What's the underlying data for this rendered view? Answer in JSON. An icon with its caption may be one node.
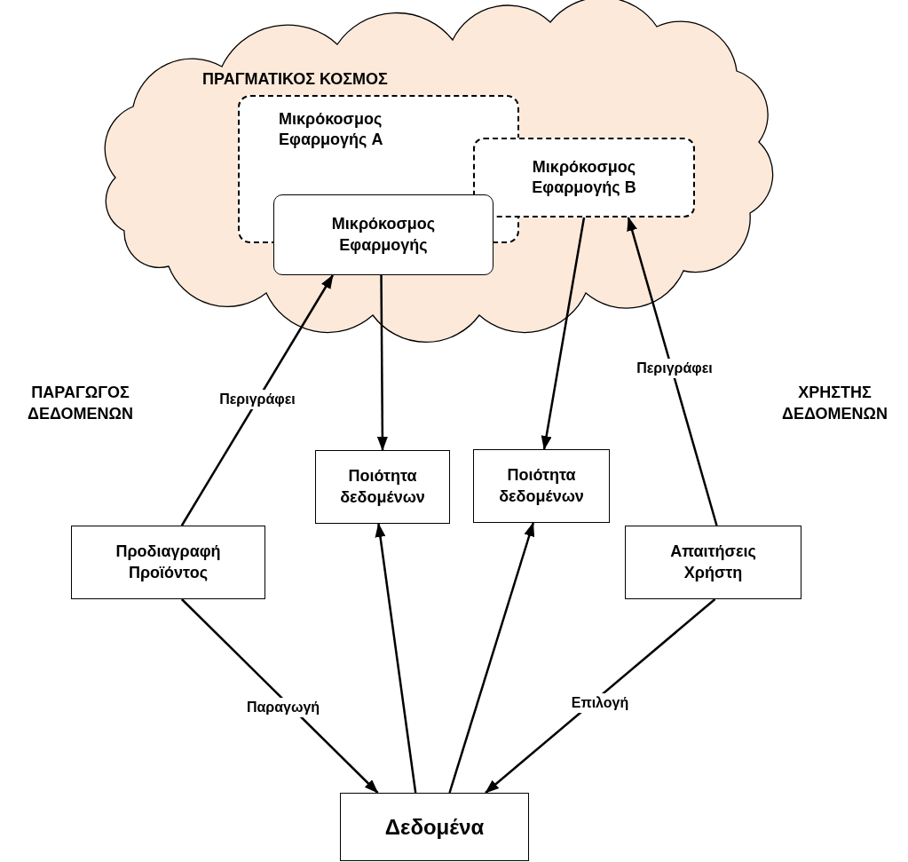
{
  "diagram": {
    "nodes": [
      {
        "text": [
          "ΠΡΑΓΜΑΤΙΚΟΣ ΚΟΣΜΟΣ"
        ]
      },
      {
        "text": [
          "Μικρόκοσμος Εφαρμογής A"
        ],
        "in": 0
      },
      {
        "text": [
          "Μικρόκοσμος Εφαρμογής B"
        ],
        "in": 0
      },
      {
        "text": [
          "Μικρόκοσμος Εφαρμογής"
        ],
        "in": 0
      },
      {
        "text": [
          "Ποιότητα δεδομένων"
        ]
      },
      {
        "text": [
          "Ποιότητα δεδομένων"
        ]
      },
      {
        "text": [
          "Προδιαγραφή Προϊόντος"
        ]
      },
      {
        "text": [
          "Απαιτήσεις Χρήστη"
        ]
      },
      {
        "text": [
          "Δεδομένα"
        ]
      }
    ],
    "edges": [
      {
        "from": 6,
        "to": 3,
        "arrow": "to",
        "label": "Περιγράφει"
      },
      {
        "from": 3,
        "to": 4,
        "arrow": "to"
      },
      {
        "from": 2,
        "to": 5,
        "arrow": "to"
      },
      {
        "from": 7,
        "to": 2,
        "arrow": "to",
        "label": "Περιγράφει"
      },
      {
        "from": 6,
        "to": 8,
        "arrow": "to",
        "label": "Παραγωγή"
      },
      {
        "from": 8,
        "to": 4,
        "arrow": "to"
      },
      {
        "from": 8,
        "to": 5,
        "arrow": "to"
      },
      {
        "from": 7,
        "to": 8,
        "arrow": "to",
        "label": "Επιλογή"
      }
    ],
    "labels": [
      "ΠΑΡΑΓΩΓΟΣ ΔΕΔΟΜΕΝΩΝ",
      "ΧΡΗΣΤΗΣ ΔΕΔΟΜΕΝΩΝ"
    ]
  }
}
